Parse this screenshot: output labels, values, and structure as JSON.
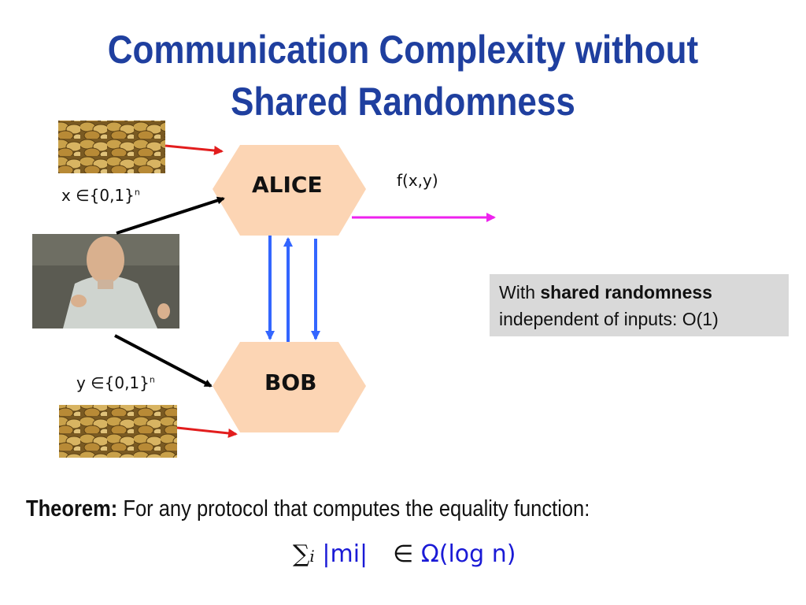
{
  "title": "Communication Complexity without Shared Randomness",
  "alice": {
    "label": "ALICE"
  },
  "bob": {
    "label": "BOB"
  },
  "output": {
    "label": "f(x,y)"
  },
  "input_x": {
    "prefix": "x ∈{0,1}",
    "exp": "n"
  },
  "input_y": {
    "prefix": "y ∈{0,1}",
    "exp": "n"
  },
  "note": {
    "prefix": "With ",
    "bold": "shared randomness",
    "line2": "independent of inputs: O(1)"
  },
  "theorem": {
    "label": "Theorem:",
    "text": " For any protocol that computes the equality function:"
  },
  "formula": {
    "sum": "∑",
    "index": "i",
    "term": "|mi|",
    "elem": "∈ ",
    "omega": "Ω(log n)"
  },
  "colors": {
    "title": "#1f3f9f",
    "hexagon": "#fcd5b4",
    "magenta_arrow": "#ee22ee",
    "red_arrow": "#e21d1d",
    "blue_arrow": "#3366ff",
    "formula_blue": "#1a1ad6",
    "note_bg": "#d9d9d9"
  },
  "images": {
    "coins_top": "coins-image",
    "person": "person-photo",
    "coins_bottom": "coins-image"
  }
}
